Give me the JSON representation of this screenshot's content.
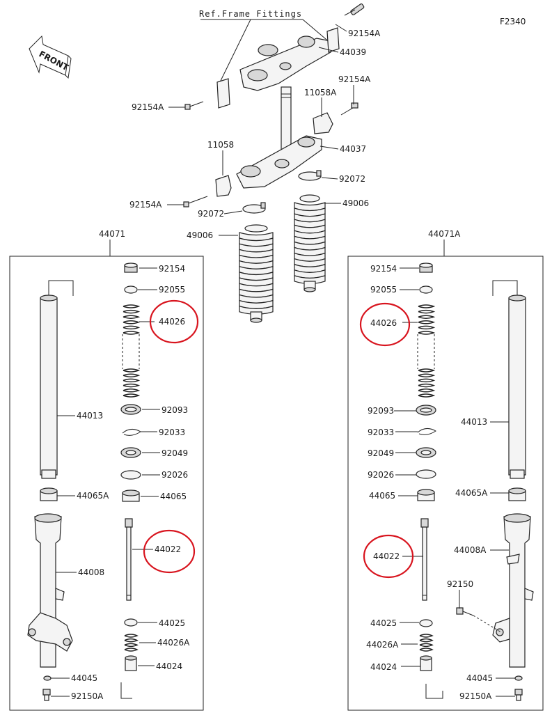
{
  "diagram_code": "F2340",
  "ref_text": "Ref.Frame Fittings",
  "front_label": "FRONT",
  "highlight_color": "#d8141e",
  "labels": {
    "p92154A_top": "92154A",
    "p44039": "44039",
    "p92154A_r": "92154A",
    "p11058A": "11058A",
    "p92154A_l": "92154A",
    "p11058": "11058",
    "p44037": "44037",
    "p92072_r": "92072",
    "p49006_r": "49006",
    "p92154A_l2": "92154A",
    "p92072_l": "92072",
    "p49006_l": "49006",
    "p44071": "44071",
    "p44071A": "44071A"
  },
  "left_fork": {
    "items": [
      {
        "label": "92154"
      },
      {
        "label": "92055"
      },
      {
        "label": "44026"
      },
      {
        "label": "92093"
      },
      {
        "label": "92033"
      },
      {
        "label": "92049"
      },
      {
        "label": "92026"
      },
      {
        "label": "44065"
      },
      {
        "label": "44022"
      },
      {
        "label": "44025"
      },
      {
        "label": "44026A"
      },
      {
        "label": "44024"
      },
      {
        "label": "44013"
      },
      {
        "label": "44065A"
      },
      {
        "label": "44008"
      },
      {
        "label": "44045"
      },
      {
        "label": "92150A"
      }
    ]
  },
  "right_fork": {
    "items": [
      {
        "label": "92154"
      },
      {
        "label": "92055"
      },
      {
        "label": "44026"
      },
      {
        "label": "92093"
      },
      {
        "label": "92033"
      },
      {
        "label": "92049"
      },
      {
        "label": "92026"
      },
      {
        "label": "44065"
      },
      {
        "label": "44022"
      },
      {
        "label": "44025"
      },
      {
        "label": "44026A"
      },
      {
        "label": "44024"
      },
      {
        "label": "44013"
      },
      {
        "label": "44065A"
      },
      {
        "label": "44008A"
      },
      {
        "label": "92150"
      },
      {
        "label": "44045"
      },
      {
        "label": "92150A"
      }
    ]
  }
}
